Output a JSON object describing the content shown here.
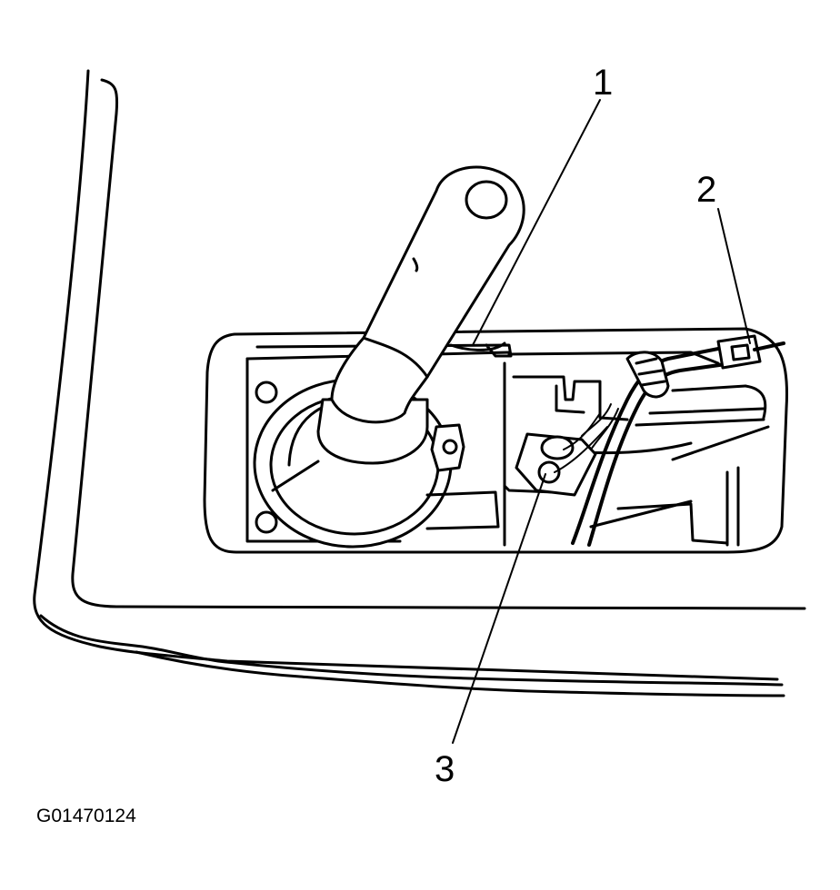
{
  "callouts": [
    {
      "id": "1",
      "label": "1"
    },
    {
      "id": "2",
      "label": "2"
    },
    {
      "id": "3",
      "label": "3"
    }
  ],
  "figure_id": "G01470124",
  "colors": {
    "ink": "#000000",
    "paper": "#ffffff"
  }
}
